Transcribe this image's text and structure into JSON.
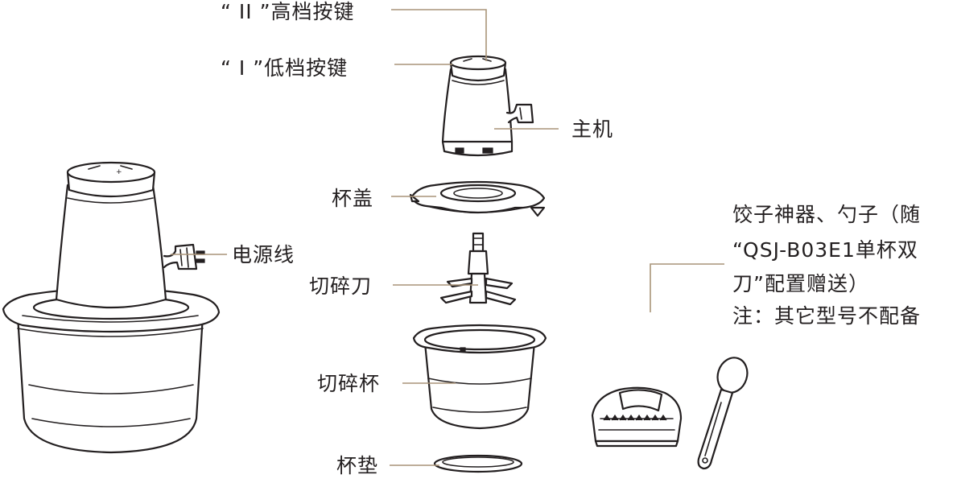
{
  "colors": {
    "ink": "#231f20",
    "leader": "#a99478",
    "background": "#ffffff"
  },
  "labels": {
    "high_button": "“ II ”高档按键",
    "low_button": "“ I ”低档按键",
    "main_unit": "主机",
    "power_cord": "电源线",
    "cup_lid": "杯盖",
    "chopping_blade": "切碎刀",
    "chopping_cup": "切碎杯",
    "cup_pad": "杯垫"
  },
  "note": {
    "line1": "饺子神器、勺子（随",
    "line2": "“QSJ-B03E1单杯双",
    "line3": "刀”配置赠送）",
    "line4": "注：其它型号不配备"
  },
  "icons": [
    "assembled-chopper",
    "motor-unit",
    "cup-lid",
    "chopping-blade",
    "chopping-cup",
    "cup-pad",
    "dumpling-mold",
    "spoon"
  ]
}
